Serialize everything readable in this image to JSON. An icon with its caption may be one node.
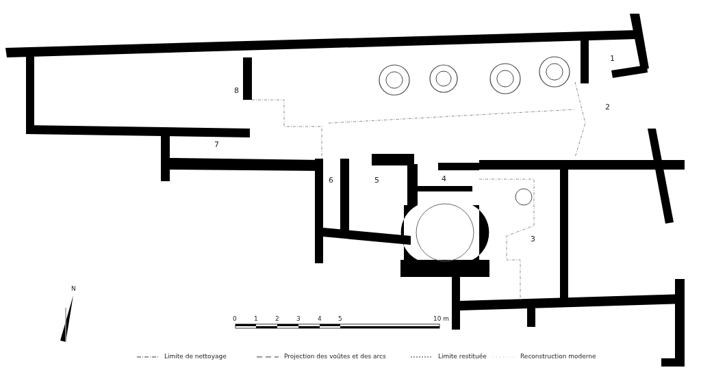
{
  "diagram": {
    "labels": [
      "1",
      "2",
      "8",
      "7",
      "6",
      "5",
      "4",
      "3",
      "N",
      "0",
      "1",
      "2",
      "3",
      "4",
      "5",
      "10 m"
    ],
    "legend": [
      {
        "text": "Limite de nettoyage"
      },
      {
        "text": "Projection des voûtes et des arcs"
      },
      {
        "text": "Limite restituée"
      },
      {
        "text": "Reconstruction moderne"
      }
    ]
  }
}
